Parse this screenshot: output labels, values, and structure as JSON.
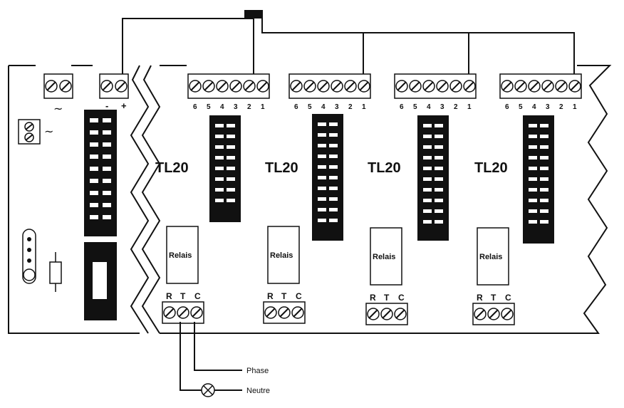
{
  "modules": [
    {
      "label": "TL20",
      "terminals": [
        "6",
        "5",
        "4",
        "3",
        "2",
        "1"
      ],
      "relay": "Relais",
      "relay_terminals": [
        "R",
        "T",
        "C"
      ]
    },
    {
      "label": "TL20",
      "terminals": [
        "6",
        "5",
        "4",
        "3",
        "2",
        "1"
      ],
      "relay": "Relais",
      "relay_terminals": [
        "R",
        "T",
        "C"
      ]
    },
    {
      "label": "TL20",
      "terminals": [
        "6",
        "5",
        "4",
        "3",
        "2",
        "1"
      ],
      "relay": "Relais",
      "relay_terminals": [
        "R",
        "T",
        "C"
      ]
    },
    {
      "label": "TL20",
      "terminals": [
        "6",
        "5",
        "4",
        "3",
        "2",
        "1"
      ],
      "relay": "Relais",
      "relay_terminals": [
        "R",
        "T",
        "C"
      ]
    }
  ],
  "power_unit": {
    "ac_symbol": "~",
    "ac_symbol_2": "~",
    "dc_minus": "-",
    "dc_plus": "+"
  },
  "wiring": {
    "phase_label": "Phase",
    "neutral_label": "Neutre"
  }
}
